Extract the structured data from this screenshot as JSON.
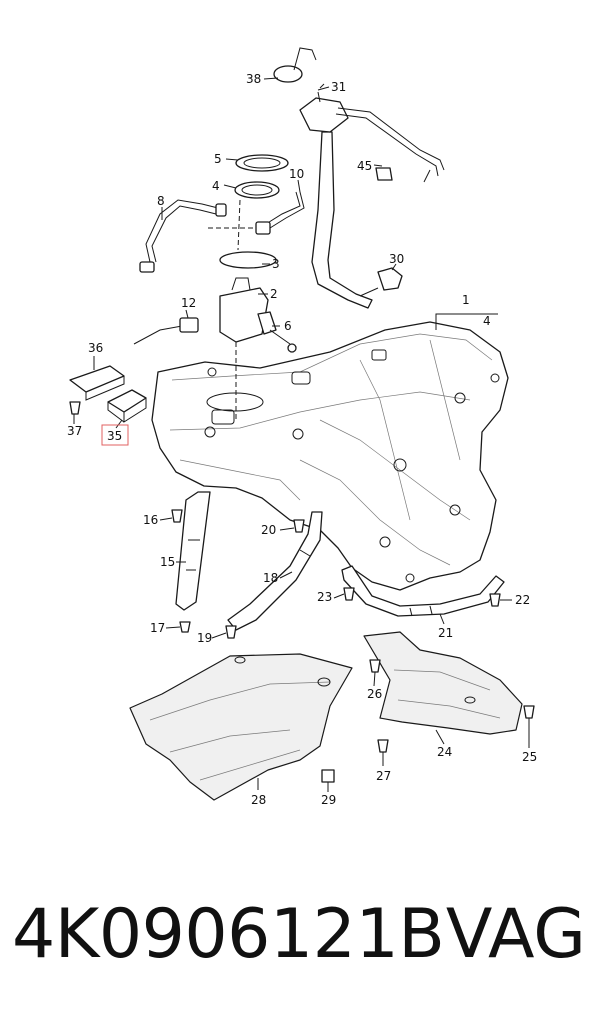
{
  "diagram": {
    "callouts": [
      "1",
      "2",
      "3",
      "4",
      "5",
      "6",
      "8",
      "10",
      "12",
      "15",
      "16",
      "17",
      "18",
      "19",
      "20",
      "21",
      "22",
      "23",
      "24",
      "25",
      "26",
      "27",
      "28",
      "29",
      "30",
      "31",
      "36",
      "37",
      "38",
      "45"
    ],
    "callout_4_second": "4",
    "highlighted_callout": "35",
    "highlight_color": "#e06060"
  },
  "caption": {
    "part_number": "4K0906121B",
    "brand": "VAG"
  }
}
